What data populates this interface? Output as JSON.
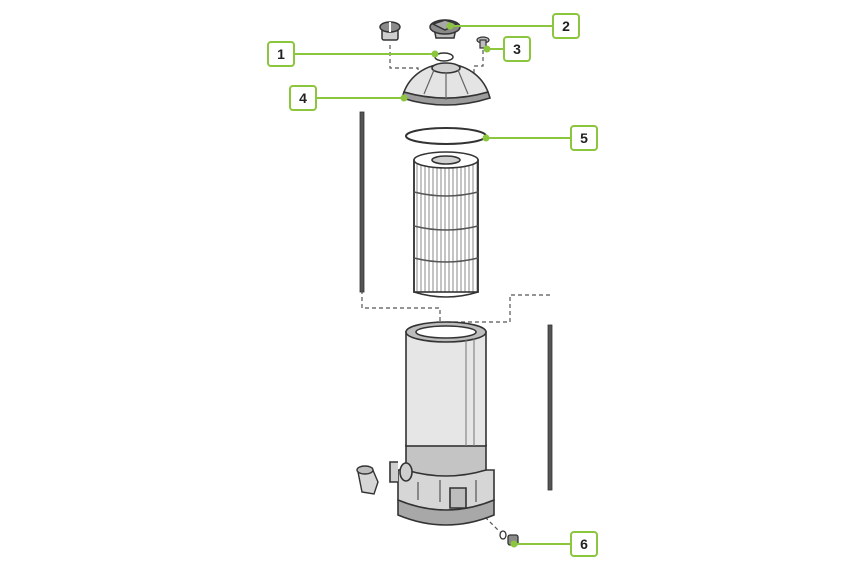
{
  "callouts": [
    {
      "label": "1"
    },
    {
      "label": "2"
    },
    {
      "label": "3"
    },
    {
      "label": "4"
    },
    {
      "label": "5"
    },
    {
      "label": "6"
    }
  ],
  "colors": {
    "callout_border": "#8cc63f",
    "leader_line": "#8cc63f",
    "line_art": "#333333",
    "dashed_guide": "#555555"
  }
}
